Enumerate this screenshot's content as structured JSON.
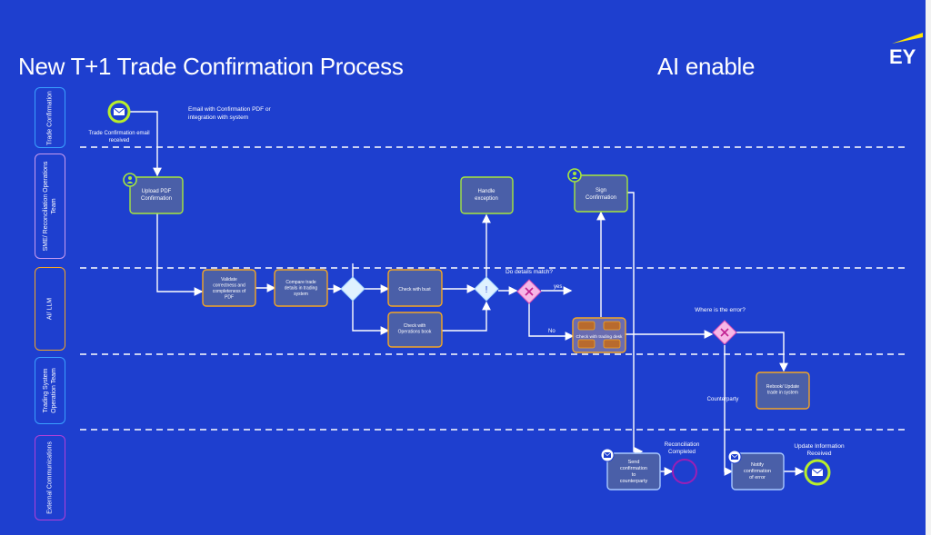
{
  "title": "New T+1 Trade Confirmation Process",
  "subtitle": "AI enable",
  "logo": "EY",
  "lanes": [
    {
      "label": "Trade Confirmation"
    },
    {
      "label": "SME/ Reconciliation Operations Team"
    },
    {
      "label": "AI/ LLM"
    },
    {
      "label": "Trading System Operation Team"
    },
    {
      "label": "External Communications"
    }
  ],
  "events": {
    "start_label": "Trade Confirmation email received",
    "email_note": "Email with Confirmation PDF or integration with system",
    "recon_completed": "Reconciliation Completed",
    "update_received": "Update Information Received"
  },
  "tasks": {
    "upload": "Upload PDF Confirmation",
    "validate": "Validate correctness and completeness of PDF",
    "compare": "Compare trade details in trading system",
    "check_bust": "Check with bust",
    "check_ops": "Check with Operations book",
    "handle_exception": "Handle exception",
    "sign_confirmation": "Sign Confirmation",
    "auto_box": "Check with trading desk",
    "rebook": "Rebook/ Update trade in system",
    "send_confirmation": "Send confirmation to counterparty",
    "notify_error": "Notify confirmation of error"
  },
  "gateways": {
    "details_match": "Do details match?",
    "yes": "yes",
    "no": "No",
    "where_error": "Where is the error?",
    "counterparty": "Counterparty"
  },
  "colors": {
    "background": "#1e3fcf",
    "task_fill": "#4a5fa8",
    "green_border": "#a6e63d",
    "orange_border": "#f5a623",
    "gateway_fill": "#f7b6e6",
    "end_event": "#9b1fb5",
    "email_ring": "#b8ee2b"
  }
}
